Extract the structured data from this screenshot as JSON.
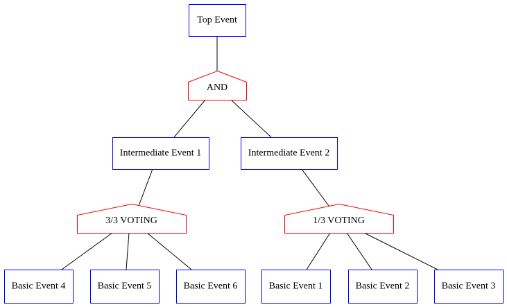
{
  "diagram": {
    "type": "fault-tree",
    "colors": {
      "event_border": "#0000ff",
      "gate_border": "#ff0000",
      "edge": "#000000"
    },
    "nodes": {
      "top_event": {
        "label": "Top Event",
        "kind": "event"
      },
      "gate_and": {
        "label": "AND",
        "kind": "gate"
      },
      "intermediate_1": {
        "label": "Intermediate Event 1",
        "kind": "event"
      },
      "intermediate_2": {
        "label": "Intermediate Event 2",
        "kind": "event"
      },
      "gate_voting_3_3": {
        "label": "3/3 VOTING",
        "kind": "gate"
      },
      "gate_voting_1_3": {
        "label": "1/3 VOTING",
        "kind": "gate"
      },
      "basic_4": {
        "label": "Basic Event 4",
        "kind": "event"
      },
      "basic_5": {
        "label": "Basic Event 5",
        "kind": "event"
      },
      "basic_6": {
        "label": "Basic Event 6",
        "kind": "event"
      },
      "basic_1": {
        "label": "Basic Event 1",
        "kind": "event"
      },
      "basic_2": {
        "label": "Basic Event 2",
        "kind": "event"
      },
      "basic_3": {
        "label": "Basic Event 3",
        "kind": "event"
      }
    },
    "edges": [
      [
        "top_event",
        "gate_and"
      ],
      [
        "gate_and",
        "intermediate_1"
      ],
      [
        "gate_and",
        "intermediate_2"
      ],
      [
        "intermediate_1",
        "gate_voting_3_3"
      ],
      [
        "intermediate_2",
        "gate_voting_1_3"
      ],
      [
        "gate_voting_3_3",
        "basic_4"
      ],
      [
        "gate_voting_3_3",
        "basic_5"
      ],
      [
        "gate_voting_3_3",
        "basic_6"
      ],
      [
        "gate_voting_1_3",
        "basic_1"
      ],
      [
        "gate_voting_1_3",
        "basic_2"
      ],
      [
        "gate_voting_1_3",
        "basic_3"
      ]
    ]
  }
}
